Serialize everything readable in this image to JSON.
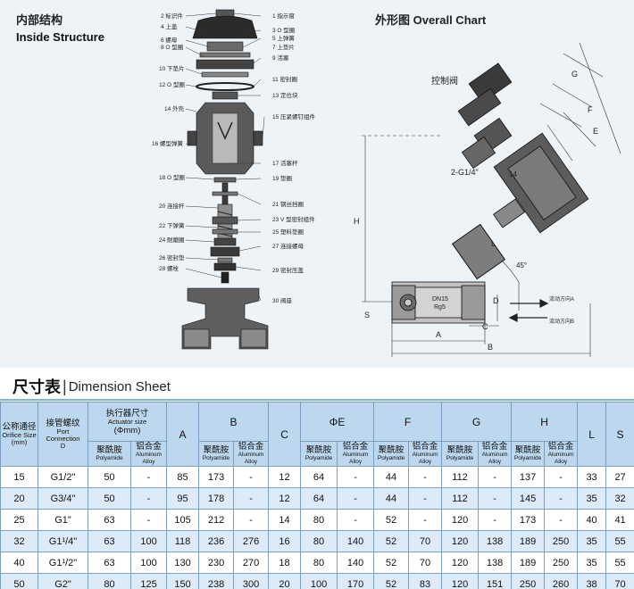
{
  "inner": {
    "title_cn": "内部结构",
    "title_en": "Inside Structure",
    "parts_left": [
      "2 标识件",
      "4 上盖",
      "6 螺母",
      "8 O 型圈",
      "10 下垫片",
      "12 O 型圈",
      "14 外壳",
      "16 螺型弹簧",
      "18 O 型圈",
      "20 连接杆",
      "22 下弹簧",
      "24 耐磨圈",
      "26 密封垫",
      "28 螺栓"
    ],
    "parts_right": [
      "1 指示窗",
      "3 O 型圈",
      "5 上弹簧",
      "7 上垫片",
      "9 活塞",
      "11 密封圈",
      "13 定位块",
      "15 压紧螺钉组件",
      "17 活塞杆",
      "19 垫圈",
      "21 钢丝挡圈",
      "23 V 型密封组件",
      "25 塑料垫圈",
      "27 连接螺母",
      "29 密封压盖",
      "30 阀座"
    ]
  },
  "outer": {
    "title": "外形图 Overall Chart",
    "label_actuator": "控制阀",
    "label_port": "2-G1/4\"",
    "label_size": "DN15",
    "label_rg": "Rg5",
    "angle": "45°",
    "flow_a": "流动方向A",
    "flow_b": "流动方向B",
    "dims": {
      "g": "G",
      "f": "F",
      "e": "E",
      "h": "H",
      "a": "A",
      "b": "B",
      "c": "C",
      "d": "D",
      "s": "S",
      "l": "L",
      "d14": "14"
    }
  },
  "dimension_sheet": {
    "title_cn": "尺寸表",
    "separator": "|",
    "title_en": "Dimension Sheet",
    "headers": {
      "orifice_cn": "公称通径",
      "orifice_en": "Orifice Size",
      "orifice_unit": "(mm)",
      "port_cn": "接管螺纹",
      "port_en1": "Port",
      "port_en2": "Connection",
      "port_en3": "D",
      "actuator_cn": "执行器尺寸",
      "actuator_en": "Actuator size",
      "actuator_unit": "(Φmm)",
      "polyamide_cn": "聚酰胺",
      "polyamide_en": "Polyamide",
      "alloy_cn": "铝合金",
      "alloy_en": "Aluminum Alloy",
      "a": "A",
      "b": "B",
      "c": "C",
      "e": "ΦE",
      "f": "F",
      "g": "G",
      "h": "H",
      "l": "L",
      "s": "S"
    },
    "rows": [
      [
        "15",
        "G1/2\"",
        "50",
        "-",
        "85",
        "173",
        "-",
        "12",
        "64",
        "-",
        "44",
        "-",
        "112",
        "-",
        "137",
        "-",
        "33",
        "27"
      ],
      [
        "20",
        "G3/4\"",
        "50",
        "-",
        "95",
        "178",
        "-",
        "12",
        "64",
        "-",
        "44",
        "-",
        "112",
        "-",
        "145",
        "-",
        "35",
        "32"
      ],
      [
        "25",
        "G1\"",
        "63",
        "-",
        "105",
        "212",
        "-",
        "14",
        "80",
        "-",
        "52",
        "-",
        "120",
        "-",
        "173",
        "-",
        "40",
        "41"
      ],
      [
        "32",
        "G1¹/4\"",
        "63",
        "100",
        "118",
        "236",
        "276",
        "16",
        "80",
        "140",
        "52",
        "70",
        "120",
        "138",
        "189",
        "250",
        "35",
        "55"
      ],
      [
        "40",
        "G1¹/2\"",
        "63",
        "100",
        "130",
        "230",
        "270",
        "18",
        "80",
        "140",
        "52",
        "70",
        "120",
        "138",
        "189",
        "250",
        "35",
        "55"
      ],
      [
        "50",
        "G2\"",
        "80",
        "125",
        "150",
        "238",
        "300",
        "20",
        "100",
        "170",
        "52",
        "83",
        "120",
        "151",
        "250",
        "260",
        "38",
        "70"
      ]
    ]
  }
}
